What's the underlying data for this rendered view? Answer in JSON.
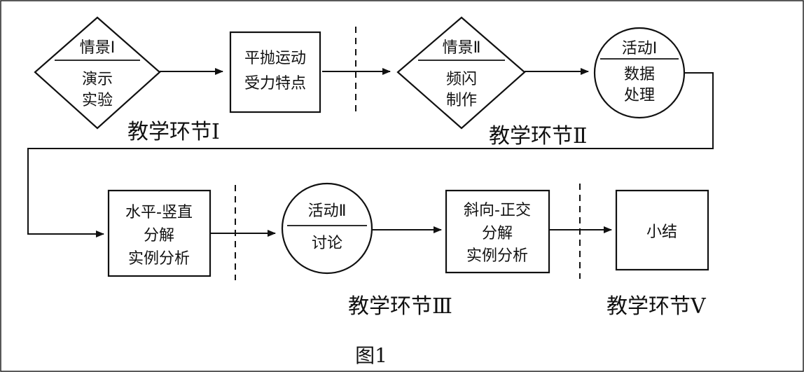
{
  "nodes": {
    "scene1": {
      "title": "情景Ⅰ",
      "line1": "演示",
      "line2": "实验"
    },
    "box1": {
      "line1": "平抛运动",
      "line2": "受力特点"
    },
    "scene2": {
      "title": "情景Ⅱ",
      "line1": "频闪",
      "line2": "制作"
    },
    "activity1": {
      "title": "活动Ⅰ",
      "line1": "数据",
      "line2": "处理"
    },
    "box2": {
      "line1": "水平-竖直",
      "line2": "分解",
      "line3": "实例分析"
    },
    "activity2": {
      "title": "活动Ⅱ",
      "line1": "讨论"
    },
    "box3": {
      "line1": "斜向-正交",
      "line2": "分解",
      "line3": "实例分析"
    },
    "box4": {
      "line1": "小结"
    }
  },
  "stages": {
    "stage1": "教学环节Ⅰ",
    "stage2": "教学环节Ⅱ",
    "stage3": "教学环节Ⅲ",
    "stage5": "教学环节Ⅴ"
  },
  "caption": "图1"
}
